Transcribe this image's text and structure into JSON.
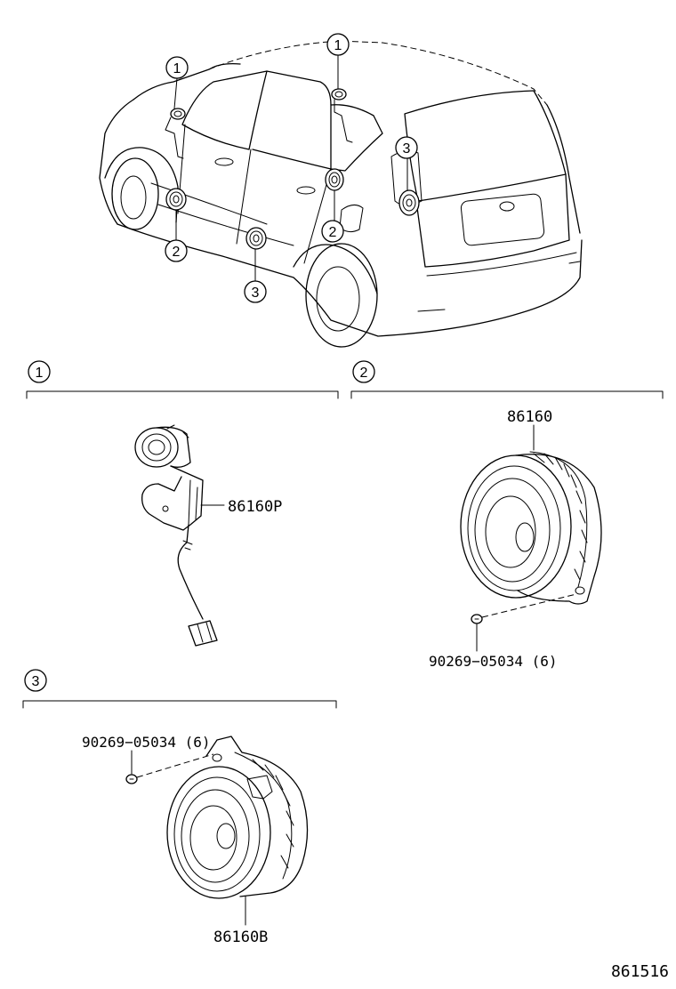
{
  "callouts": {
    "one": "1",
    "two": "2",
    "three": "3"
  },
  "sections": [
    {
      "number": "1",
      "part_label": "86160P"
    },
    {
      "number": "2",
      "part_label": "86160",
      "screw_label": "90269−05034 (6)"
    },
    {
      "number": "3",
      "part_label": "86160B",
      "screw_label": "90269−05034 (6)"
    }
  ],
  "figure_code": "861516"
}
